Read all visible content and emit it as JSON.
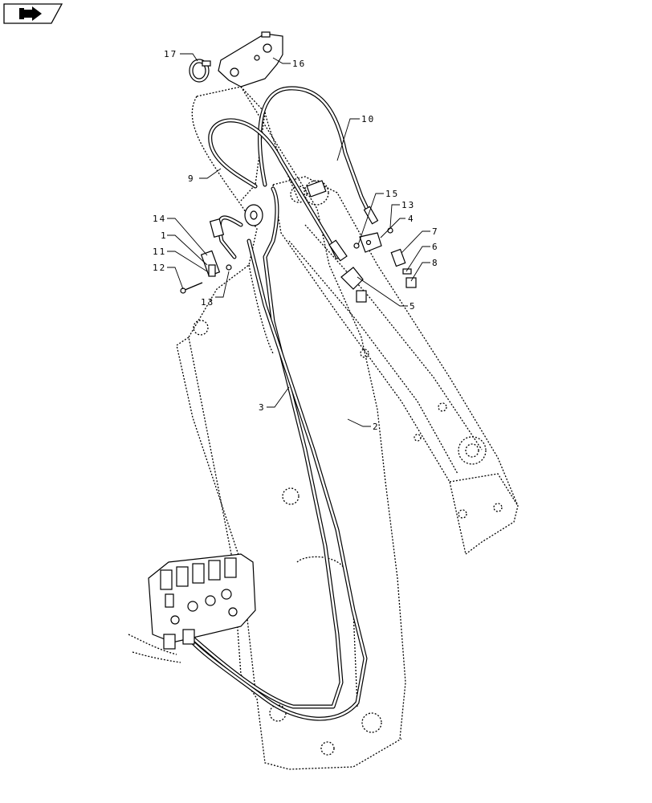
{
  "header": {
    "nav_icon": "forward-page-arrow-icon"
  },
  "callouts": [
    {
      "id": "c17",
      "label": "17"
    },
    {
      "id": "c16",
      "label": "16"
    },
    {
      "id": "c10",
      "label": "10"
    },
    {
      "id": "c9",
      "label": "9"
    },
    {
      "id": "c15",
      "label": "15"
    },
    {
      "id": "c13a",
      "label": "13"
    },
    {
      "id": "c4",
      "label": "4"
    },
    {
      "id": "c7",
      "label": "7"
    },
    {
      "id": "c6",
      "label": "6"
    },
    {
      "id": "c8",
      "label": "8"
    },
    {
      "id": "c14",
      "label": "14"
    },
    {
      "id": "c1",
      "label": "1"
    },
    {
      "id": "c11",
      "label": "11"
    },
    {
      "id": "c12",
      "label": "12"
    },
    {
      "id": "c13b",
      "label": "13"
    },
    {
      "id": "c5",
      "label": "5"
    },
    {
      "id": "c3",
      "label": "3"
    },
    {
      "id": "c2",
      "label": "2"
    }
  ]
}
